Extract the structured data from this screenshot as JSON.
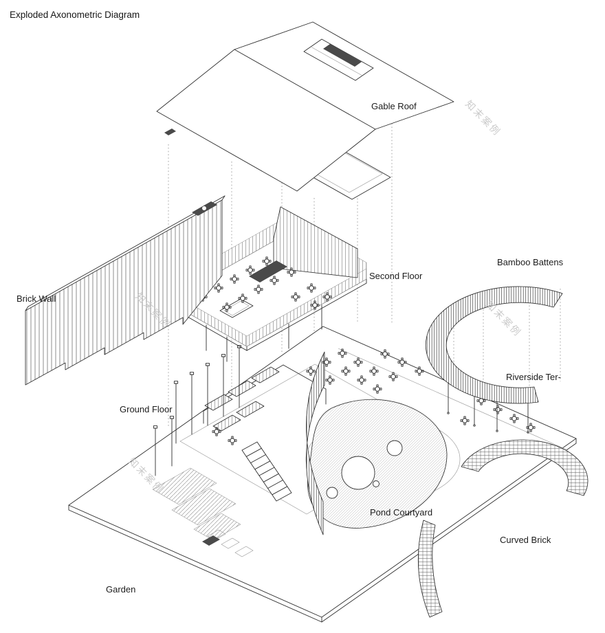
{
  "title": "Exploded Axonometric Diagram",
  "watermark": {
    "text": "知末案例"
  },
  "labels": {
    "gable_roof": "Gable Roof",
    "brick_wall": "Brick Wall",
    "second_floor": "Second Floor",
    "bamboo_battens": "Bamboo Battens",
    "riverside_terrace": "Riverside Ter-",
    "ground_floor": "Ground Floor",
    "pond_courtyard": "Pond Courtyard",
    "curved_brick": "Curved Brick",
    "garden": "Garden"
  },
  "colors": {
    "line": "#2e2e2e",
    "light-line": "#9b9b9b",
    "dash": "#8c8c8c",
    "watermark": "#cbcbcb",
    "dark-fill": "#4a4a4a",
    "background": "#ffffff"
  }
}
